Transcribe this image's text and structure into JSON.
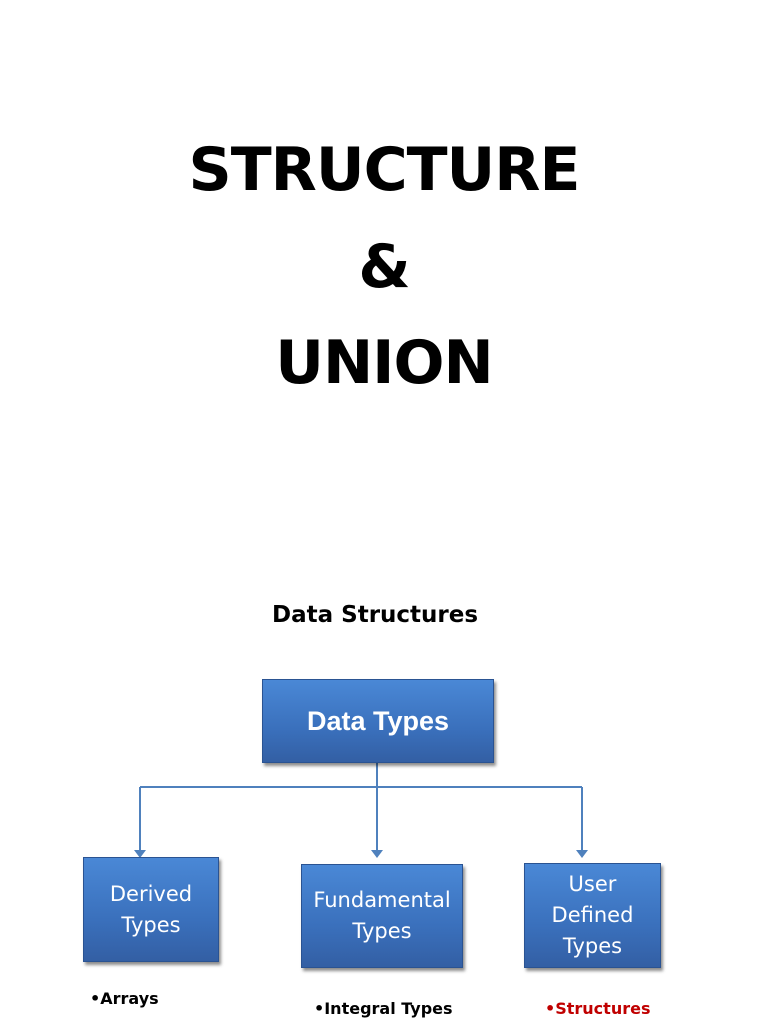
{
  "title": {
    "line1": "STRUCTURE",
    "line2": "&",
    "line3": "UNION"
  },
  "diagram": {
    "heading": "Data Structures",
    "root": "Data Types",
    "children": [
      {
        "label_lines": [
          "Derived",
          "Types"
        ],
        "bullet": "•Arrays"
      },
      {
        "label_lines": [
          "Fundamental",
          "Types"
        ],
        "bullet": "•Integral Types"
      },
      {
        "label_lines": [
          "User",
          "Defined",
          "Types"
        ],
        "bullet": "•Structures",
        "bullet_color": "#c00000"
      }
    ],
    "box_color": "#3f7bc8",
    "connector_color": "#4f81bd"
  }
}
